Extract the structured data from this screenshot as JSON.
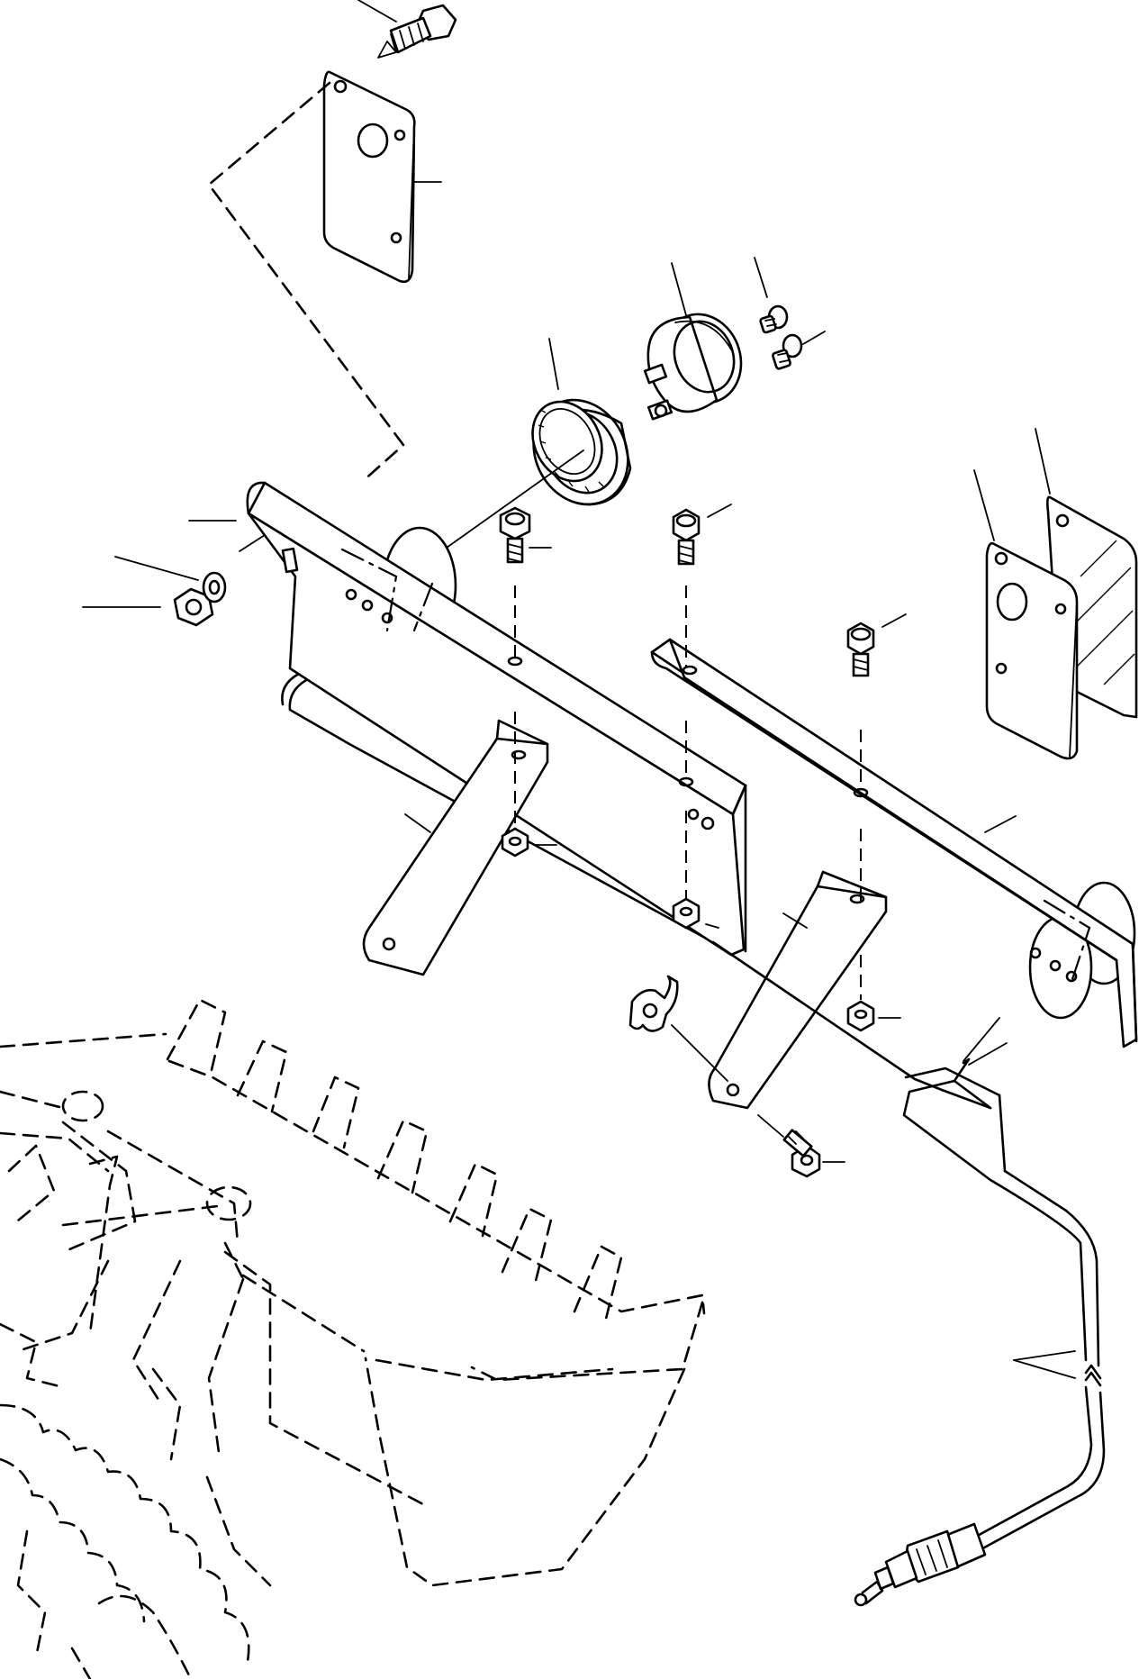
{
  "diagram": {
    "parts": [
      {
        "id": "bolt-top",
        "icon": "bolt-icon"
      },
      {
        "id": "lamp-plate-top",
        "icon": "plate-icon"
      },
      {
        "id": "gauge-bezel",
        "icon": "ring-icon"
      },
      {
        "id": "gauge-unit",
        "icon": "gauge-icon"
      },
      {
        "id": "bulb-sockets",
        "icon": "bulb-icon"
      },
      {
        "id": "front-bracket-bar",
        "icon": "bracket-icon"
      },
      {
        "id": "rear-bracket-bar",
        "icon": "bracket-icon"
      },
      {
        "id": "lamp-plate-right",
        "icon": "plate-icon"
      },
      {
        "id": "cover-plate-right",
        "icon": "plate-icon"
      },
      {
        "id": "support-leg-left",
        "icon": "strut-icon"
      },
      {
        "id": "support-leg-right",
        "icon": "strut-icon"
      },
      {
        "id": "hex-nuts",
        "icon": "nut-icon"
      },
      {
        "id": "wing-nut",
        "icon": "wing-nut-icon"
      },
      {
        "id": "wire-harness",
        "icon": "cable-icon"
      },
      {
        "id": "connector-plug",
        "icon": "connector-icon"
      },
      {
        "id": "loader-bucket",
        "icon": "bucket-icon"
      }
    ]
  }
}
